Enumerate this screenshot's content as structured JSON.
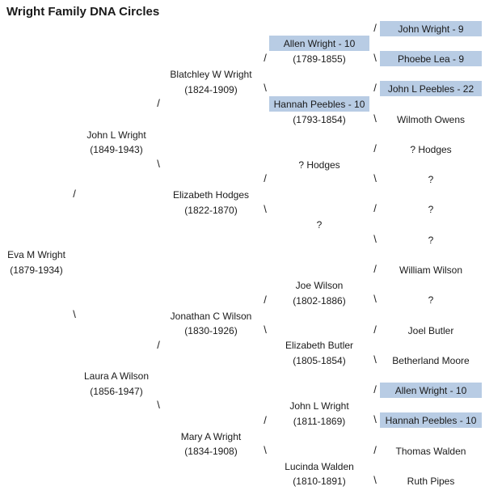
{
  "title": "Wright Family DNA Circles",
  "colors": {
    "highlight": "#b8cce4"
  },
  "tree": {
    "gen1": {
      "eva": {
        "name": "Eva M Wright",
        "years": "(1879-1934)"
      }
    },
    "gen2": {
      "john_l_wright": {
        "name": "John L Wright",
        "years": "(1849-1943)"
      },
      "laura_wilson": {
        "name": "Laura A Wilson",
        "years": "(1856-1947)"
      }
    },
    "gen3": {
      "blatchley": {
        "name": "Blatchley W Wright",
        "years": "(1824-1909)"
      },
      "elizabeth_hodges": {
        "name": "Elizabeth Hodges",
        "years": "(1822-1870)"
      },
      "jonathan": {
        "name": "Jonathan C Wilson",
        "years": "(1830-1926)"
      },
      "mary": {
        "name": "Mary A Wright",
        "years": "(1834-1908)"
      }
    },
    "gen4": {
      "allen": {
        "name": "Allen Wright - 10",
        "years": "(1789-1855)",
        "dna": true
      },
      "hannah": {
        "name": "Hannah Peebles - 10",
        "years": "(1793-1854)",
        "dna": true
      },
      "hodges": {
        "name": "? Hodges"
      },
      "unknown": {
        "name": "?"
      },
      "joe": {
        "name": "Joe Wilson",
        "years": "(1802-1886)"
      },
      "elizabeth_butler": {
        "name": "Elizabeth Butler",
        "years": "(1805-1854)"
      },
      "john_l_wright2": {
        "name": "John L Wright",
        "years": "(1811-1869)"
      },
      "lucinda": {
        "name": "Lucinda Walden",
        "years": "(1810-1891)"
      }
    },
    "gen5": [
      {
        "name": "John Wright - 9",
        "dna": true
      },
      {
        "name": "Phoebe Lea - 9",
        "dna": true
      },
      {
        "name": "John L Peebles - 22",
        "dna": true
      },
      {
        "name": "Wilmoth Owens",
        "dna": false
      },
      {
        "name": "? Hodges",
        "dna": false
      },
      {
        "name": "?",
        "dna": false
      },
      {
        "name": "?",
        "dna": false
      },
      {
        "name": "?",
        "dna": false
      },
      {
        "name": "William Wilson",
        "dna": false
      },
      {
        "name": "?",
        "dna": false
      },
      {
        "name": "Joel Butler",
        "dna": false
      },
      {
        "name": "Betherland Moore",
        "dna": false
      },
      {
        "name": "Allen Wright - 10",
        "dna": true
      },
      {
        "name": "Hannah Peebles - 10",
        "dna": true
      },
      {
        "name": "Thomas Walden",
        "dna": false
      },
      {
        "name": "Ruth Pipes",
        "dna": false
      }
    ]
  }
}
